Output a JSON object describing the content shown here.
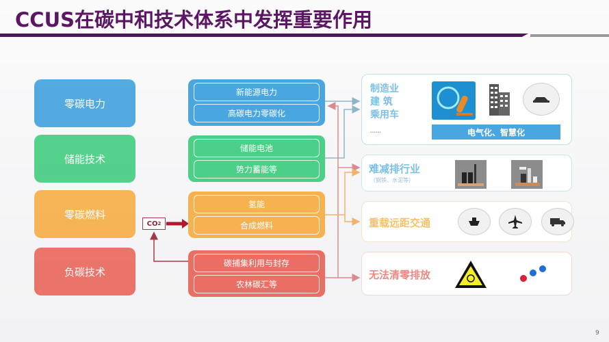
{
  "slide": {
    "title": "CCUS在碳中和技术体系中发挥重要作用",
    "page_number": "9",
    "colors": {
      "title": "#5b1763",
      "blue": "#4aa6e0",
      "green": "#4ccf86",
      "orange": "#f6b24e",
      "red": "#ea6e63",
      "panel_blue_text": "#7bbfe6",
      "panel_orange_text": "#f5c26a",
      "panel_red_text": "#eb8a85",
      "co2_arrow": "#b0192e"
    }
  },
  "categories": [
    {
      "label": "零碳电力",
      "color": "#4aa6e0"
    },
    {
      "label": "储能技术",
      "color": "#4ccf86"
    },
    {
      "label": "零碳燃料",
      "color": "#f6b24e"
    },
    {
      "label": "负碳技术",
      "color": "#ea6e63"
    }
  ],
  "technology_groups": [
    {
      "items": [
        "新能源电力",
        "高碳电力零碳化"
      ],
      "color": "#4aa6e0"
    },
    {
      "items": [
        "储能电池",
        "势力蓄能等"
      ],
      "color": "#4ccf86"
    },
    {
      "items": [
        "氢能",
        "合成燃料"
      ],
      "color": "#f6b24e"
    },
    {
      "items": [
        "碳捕集利用与封存",
        "农林碳汇等"
      ],
      "color": "#ea6e63"
    }
  ],
  "co2": {
    "label": "CO",
    "subscript": "2"
  },
  "application_panels": [
    {
      "lines": [
        "制造业",
        "建 筑",
        "乘用车"
      ],
      "ellipsis": "……",
      "icons": [
        "robot-arm-icon",
        "building-icon",
        "car-icon"
      ],
      "banner": "电气化、智慧化"
    },
    {
      "label": "难减排行业",
      "sublabel": "（钢铁、水泥等）",
      "icons": [
        "factory-icon",
        "industrial-plant-icon"
      ]
    },
    {
      "label": "重载远距交通",
      "icons": [
        "ship-icon",
        "airplane-icon",
        "truck-icon"
      ]
    },
    {
      "label": "无法清零排放",
      "icons": [
        "hazard-warning-icon",
        "molecule-icon"
      ]
    }
  ]
}
